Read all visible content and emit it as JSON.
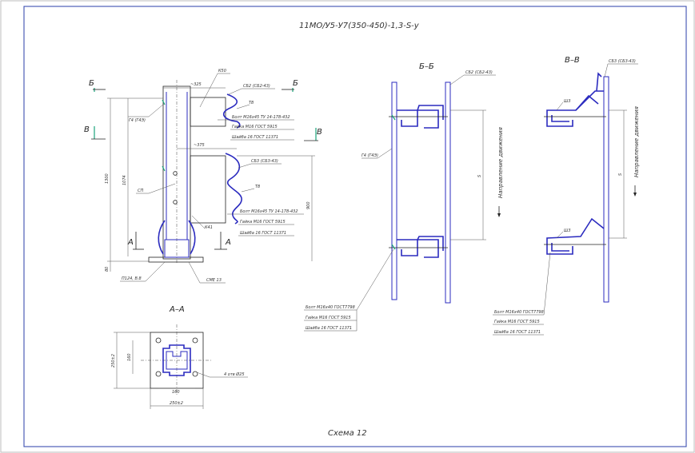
{
  "title": "11МО/У5-У7(350-450)-1,3-S-у",
  "footer": "Схема 12",
  "sections": {
    "b": "Б",
    "v": "В",
    "a": "А",
    "bb": "Б–Б",
    "vv": "В–В",
    "aa": "А–А"
  },
  "front": {
    "dim_325": "~325",
    "dim_375": "~375",
    "dim_1300": "1300",
    "dim_1074": "1074",
    "dim_900": "900",
    "dim_80": "80",
    "k50": "К50",
    "k41": "К41",
    "g4": "Г4 (Г4Э)",
    "s_label": "СП",
    "t8_top": "Т8",
    "t8_mid": "Т8",
    "sb2_top": "СБ2 (СБ2-43)",
    "sb3": "СБ3 (СБ3-43)",
    "bolt_top": "Болт М16х45 ТУ 14-178-432",
    "nut_top": "Гайка М16 ГОСТ 5915",
    "washer_top": "Шайба 16 ГОСТ 11371",
    "bolt_mid": "Болт М16х45 ТУ 14-178-432",
    "nut_mid": "Гайка М16 ГОСТ 5915",
    "washer_mid": "Шайба 16 ГОСТ 11371",
    "base_left": "П124, В.8",
    "base_right": "СМЕ 13"
  },
  "bb": {
    "sb2": "СБ2 (СБ2-43)",
    "g4": "Г4 (Г4Э)",
    "s": "S",
    "direction": "Направление движения",
    "bolt": "Болт М16х40 ГОСТ7798",
    "nut": "Гайка М16 ГОСТ 5915",
    "washer": "Шайба 16 ГОСТ 11371"
  },
  "vv": {
    "sb3": "СБ3 (СБ3-43)",
    "s": "S",
    "direction": "Направление движения",
    "g_top": "Ш3",
    "g_bottom": "Ш3",
    "bolt": "Болт М16х40 ГОСТ7798",
    "nut": "Гайка М16 ГОСТ 5915",
    "washer": "Шайба 16 ГОСТ 11371"
  },
  "aa": {
    "dim_250v": "250±2",
    "dim_160v": "160",
    "dim_160h": "160",
    "dim_250h": "250±2",
    "holes": "4 отв Ø25"
  },
  "colors": {
    "frame": "#3d4fb0",
    "profile": "#2b2bbf",
    "accent": "#1aa37a"
  }
}
